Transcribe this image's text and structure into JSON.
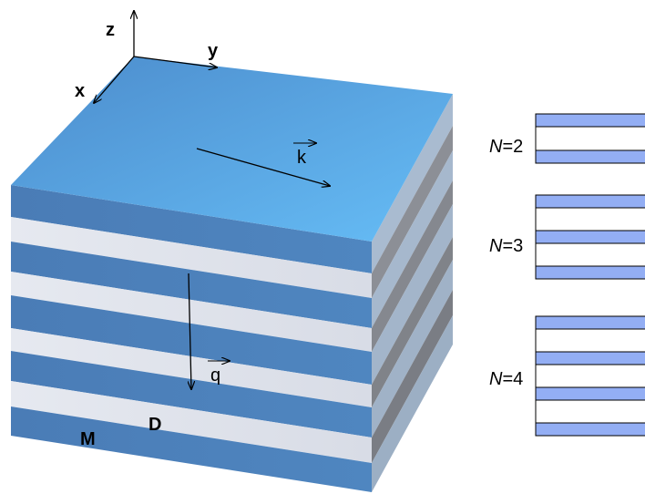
{
  "axes": {
    "z": "z",
    "y": "y",
    "x": "x"
  },
  "vectors": {
    "k": "k",
    "q": "q"
  },
  "materials": {
    "metal": "M",
    "dielectric": "D"
  },
  "stacks": [
    {
      "n_symbol": "N",
      "n_value": "=2"
    },
    {
      "n_symbol": "N",
      "n_value": "=3"
    },
    {
      "n_symbol": "N",
      "n_value": "=4"
    }
  ],
  "colors": {
    "metal_layer": "#4f80b8",
    "dielectric_layer": "#dfe3ec",
    "top_face": "#5aa6e4",
    "stack_metal": "#93aef4"
  }
}
